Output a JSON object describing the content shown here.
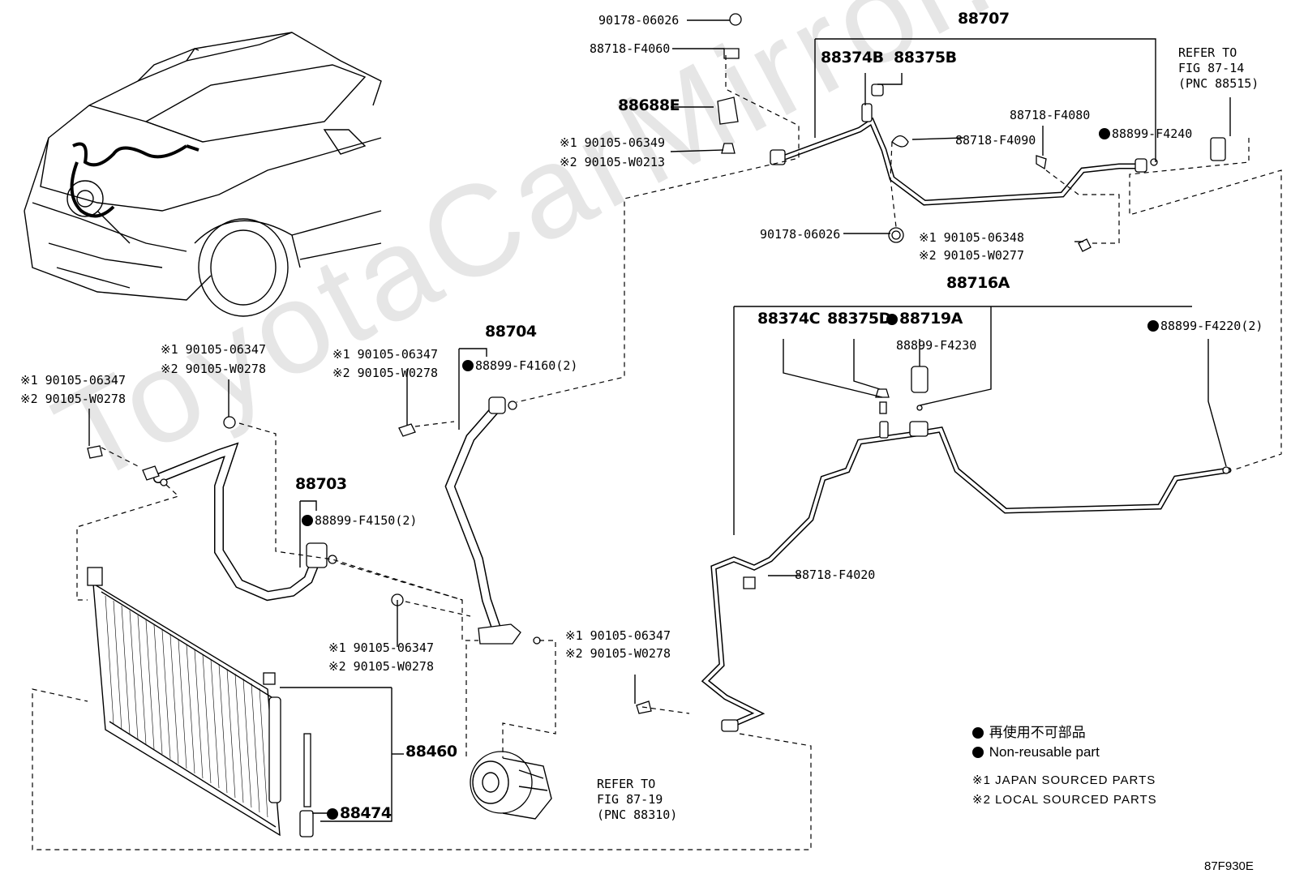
{
  "watermark": "ToyotaCarMirror.ru",
  "figure_id": "87F930E",
  "assemblies": {
    "a88707": "88707",
    "a88716A": "88716A",
    "a88704": "88704",
    "a88703": "88703",
    "a88460": "88460"
  },
  "parts": {
    "p90178_06026_top": "90178-06026",
    "p88718_F4060": "88718-F4060",
    "p88688E": "88688E",
    "p90105_06349_1": "※1 90105-06349",
    "p90105_W0213_2": "※2 90105-W0213",
    "p88374B": "88374B",
    "p88375B": "88375B",
    "p88718_F4080": "88718-F4080",
    "p88718_F4090": "88718-F4090",
    "p88899_F4240": "88899-F4240",
    "p90178_06026_mid": "90178-06026",
    "p90105_06348_1": "※1 90105-06348",
    "p90105_W0277_2": "※2 90105-W0277",
    "p88374C": "88374C",
    "p88375D": "88375D",
    "p88719A": "88719A",
    "p88899_F4230": "88899-F4230",
    "p88899_F4220": "88899-F4220(2)",
    "p88718_F4020": "88718-F4020",
    "p88704_bolt_1": "※1 90105-06347",
    "p88704_bolt_2": "※2 90105-W0278",
    "p88899_F4160": "88899-F4160(2)",
    "p88703_bolt_1": "※1 90105-06347",
    "p88703_bolt_2": "※2 90105-W0278",
    "pleft_bolt_1": "※1 90105-06347",
    "pleft_bolt_2": "※2 90105-W0278",
    "p88899_F4150": "88899-F4150(2)",
    "pcond_bolt_1": "※1 90105-06347",
    "pcond_bolt_2": "※2 90105-W0278",
    "plow_bolt_1": "※1 90105-06347",
    "plow_bolt_2": "※2 90105-W0278",
    "p88474": "88474"
  },
  "references": {
    "r87_14": [
      "REFER TO",
      "FIG 87-14",
      "(PNC 88515)"
    ],
    "r87_19": [
      "REFER TO",
      "FIG 87-19",
      "(PNC 88310)"
    ]
  },
  "legend": {
    "nonreusable_jp": "再使用不可部品",
    "nonreusable_en": "Non-reusable part",
    "japan": "※1 JAPAN SOURCED PARTS",
    "local": "※2 LOCAL SOURCED PARTS"
  }
}
